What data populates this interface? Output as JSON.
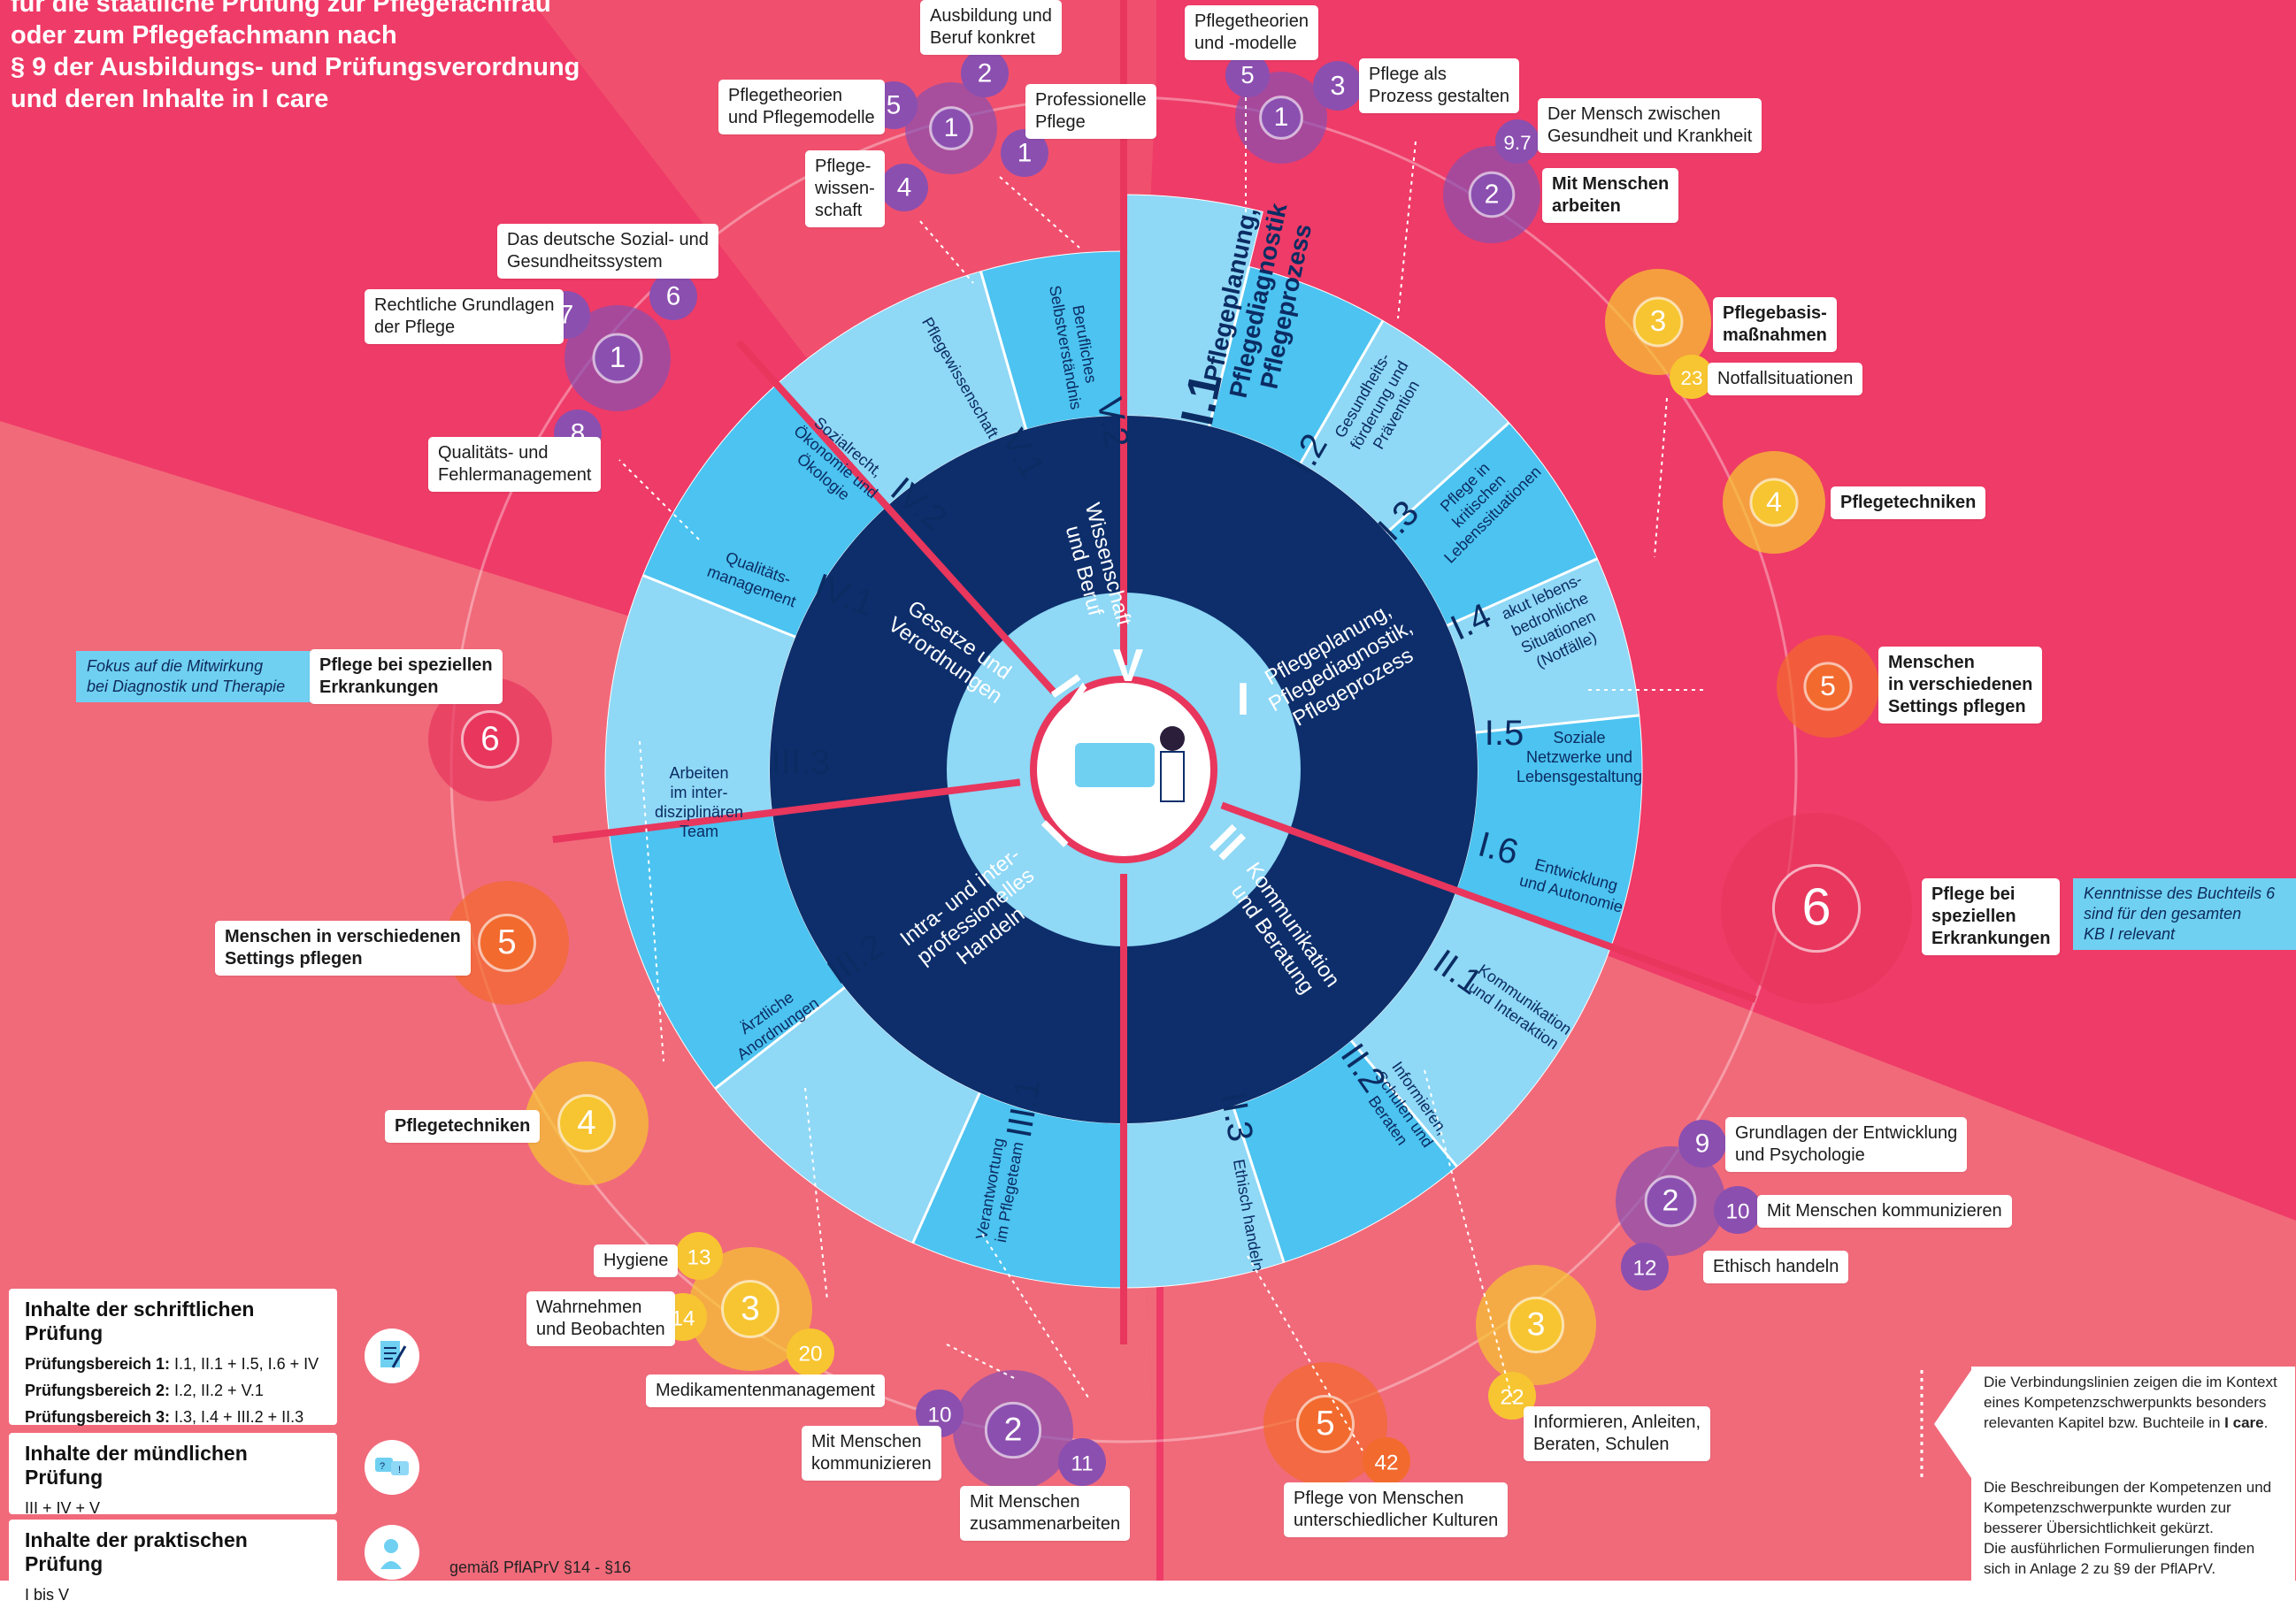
{
  "header": {
    "text": "für die staatliche Prüfung zur Pflegefachfrau\noder zum Pflegefachmann nach\n§ 9 der Ausbildungs- und Prüfungsverordnung\nund deren Inhalte in ",
    "brand": "I care"
  },
  "colors": {
    "bg_pink": "#ef3b67",
    "bg_light": "#f16a7a",
    "ring_outer": "#8fd8f6",
    "ring_mid": "#4cc3f0",
    "ring_inner": "#0d2e6b",
    "center": "#8fd8f6",
    "purple": "#8b4fb0",
    "yellow": "#f7c531",
    "orange": "#f26a2e",
    "red": "#e8365d"
  },
  "sectors": {
    "I": {
      "roman": "I",
      "title": "Pflegeplanung,\nPflegediagnostik,\nPflegeprozess"
    },
    "II": {
      "roman": "II",
      "title": "Kommunikation\nund Beratung"
    },
    "III": {
      "roman": "III",
      "title": "Intra- und inter-\nprofessionelles\nHandeln"
    },
    "IV": {
      "roman": "IV",
      "title": "Gesetze und\nVerordnungen"
    },
    "V": {
      "roman": "V",
      "title": "Wissenschaft\nund Beruf"
    }
  },
  "segments": [
    {
      "code": "I.1",
      "label": "Pflegeplanung,\nPflegediagnostik\nPflegeprozess"
    },
    {
      "code": "I.2",
      "label": "Gesundheits-\nförderung und\nPrävention"
    },
    {
      "code": "I.3",
      "label": "Pflege in\nkritischen\nLebenssituationen"
    },
    {
      "code": "I.4",
      "label": "akut lebens-\nbedrohliche\nSituationen\n(Notfälle)"
    },
    {
      "code": "I.5",
      "label": "Soziale\nNetzwerke und\nLebensgestaltung"
    },
    {
      "code": "I.6",
      "label": "Entwicklung\nund Autonomie"
    },
    {
      "code": "II.1",
      "label": "Kommunikation\nund Interaktion"
    },
    {
      "code": "II.2",
      "label": "Informieren,\nSchulen und\nBeraten"
    },
    {
      "code": "II.3",
      "label": "Ethisch handeln"
    },
    {
      "code": "III.1",
      "label": "Verantwortung\nim Pflegeteam"
    },
    {
      "code": "III.2",
      "label": "Ärztliche\nAnordnungen"
    },
    {
      "code": "III.3",
      "label": "Arbeiten\nim inter-\ndisziplinären\nTeam"
    },
    {
      "code": "IV.1",
      "label": "Qualitäts-\nmanagement"
    },
    {
      "code": "IV.2",
      "label": "Sozialrecht,\nÖkonomie und\nÖkologie"
    },
    {
      "code": "V.1",
      "label": "Pflegewissenschaft"
    },
    {
      "code": "V.2",
      "label": "Berufliches\nSelbstverständnis"
    }
  ],
  "labels": [
    {
      "id": "ausbildung",
      "text": "Ausbildung und\nBeruf konkret"
    },
    {
      "id": "pflegetheorien-l",
      "text": "Pflegetheorien\nund Pflegemodelle"
    },
    {
      "id": "professionelle",
      "text": "Professionelle\nPflege"
    },
    {
      "id": "pflegewissenschaft",
      "text": "Pflege-\nwissen-\nschaft"
    },
    {
      "id": "sozial",
      "text": "Das deutsche Sozial- und\nGesundheitssystem"
    },
    {
      "id": "recht",
      "text": "Rechtliche Grundlagen\nder Pflege"
    },
    {
      "id": "qualitaet",
      "text": "Qualitäts- und\nFehlermanagement"
    },
    {
      "id": "pflegetheorien-r",
      "text": "Pflegetheorien\nund -modelle"
    },
    {
      "id": "prozess",
      "text": "Pflege als\nProzess gestalten"
    },
    {
      "id": "mensch",
      "text": "Der Mensch zwischen\nGesundheit und Krankheit"
    },
    {
      "id": "mit-menschen-arbeiten",
      "text": "Mit Menschen\narbeiten",
      "bold": true
    },
    {
      "id": "basis",
      "text": "Pflegebasis-\nmaßnahmen",
      "bold": true
    },
    {
      "id": "notfall",
      "text": "Notfallsituationen"
    },
    {
      "id": "techniken-r",
      "text": "Pflegetechniken",
      "bold": true
    },
    {
      "id": "settings-r",
      "text": "Menschen\nin verschiedenen\nSettings pflegen",
      "bold": true
    },
    {
      "id": "erkrankungen-r",
      "text": "Pflege bei\nspeziellen\nErkrankungen",
      "bold": true
    },
    {
      "id": "grundlagen",
      "text": "Grundlagen der Entwicklung\nund Psychologie"
    },
    {
      "id": "kommunizieren-r",
      "text": "Mit Menschen kommunizieren"
    },
    {
      "id": "ethisch",
      "text": "Ethisch handeln"
    },
    {
      "id": "informieren",
      "text": "Informieren, Anleiten,\nBeraten, Schulen"
    },
    {
      "id": "kulturen",
      "text": "Pflege von Menschen\nunterschiedlicher Kulturen"
    },
    {
      "id": "erkrankungen-l",
      "text": "Pflege bei speziellen\nErkrankungen",
      "bold": true
    },
    {
      "id": "settings-l",
      "text": "Menschen in verschiedenen\nSettings pflegen",
      "bold": true
    },
    {
      "id": "techniken-l",
      "text": "Pflegetechniken",
      "bold": true
    },
    {
      "id": "hygiene",
      "text": "Hygiene"
    },
    {
      "id": "wahrnehmen",
      "text": "Wahrnehmen\nund Beobachten"
    },
    {
      "id": "medikamente",
      "text": "Medikamentenmanagement"
    },
    {
      "id": "kommunizieren-l",
      "text": "Mit Menschen\nkommunizieren"
    },
    {
      "id": "zusammen",
      "text": "Mit Menschen\nzusammenarbeiten"
    }
  ],
  "notes": {
    "left": "Fokus auf die Mitwirkung\nbei Diagnostik und Therapie",
    "right": "Kenntnisse des Buchteils 6\nsind für den gesamten\nKB I relevant"
  },
  "bubbles": [
    {
      "id": "b-v-1",
      "n": "1",
      "color": "purple"
    },
    {
      "id": "b-v-2",
      "n": "2",
      "color": "purple"
    },
    {
      "id": "b-v-5",
      "n": "5",
      "color": "purple"
    },
    {
      "id": "b-v-1b",
      "n": "1",
      "color": "purple"
    },
    {
      "id": "b-v-4",
      "n": "4",
      "color": "purple"
    },
    {
      "id": "b-iv-1",
      "n": "1",
      "color": "purple"
    },
    {
      "id": "b-iv-6",
      "n": "6",
      "color": "purple"
    },
    {
      "id": "b-iv-7",
      "n": "7",
      "color": "purple"
    },
    {
      "id": "b-iv-8",
      "n": "8",
      "color": "purple"
    },
    {
      "id": "b-i-1",
      "n": "1",
      "color": "purple"
    },
    {
      "id": "b-i-5",
      "n": "5",
      "color": "purple"
    },
    {
      "id": "b-i-3",
      "n": "3",
      "color": "purple"
    },
    {
      "id": "b-i-2",
      "n": "2",
      "color": "purple"
    },
    {
      "id": "b-i-97",
      "n": "9.7",
      "color": "purple"
    },
    {
      "id": "b-i-y3",
      "n": "3",
      "color": "yellow"
    },
    {
      "id": "b-i-23",
      "n": "23",
      "color": "yellow"
    },
    {
      "id": "b-i-y4",
      "n": "4",
      "color": "yellow"
    },
    {
      "id": "b-i-o5",
      "n": "5",
      "color": "orange"
    },
    {
      "id": "b-i-r6",
      "n": "6",
      "color": "red"
    },
    {
      "id": "b-ii-2",
      "n": "2",
      "color": "purple"
    },
    {
      "id": "b-ii-9",
      "n": "9",
      "color": "purple"
    },
    {
      "id": "b-ii-10",
      "n": "10",
      "color": "purple"
    },
    {
      "id": "b-ii-12",
      "n": "12",
      "color": "purple"
    },
    {
      "id": "b-ii-y3",
      "n": "3",
      "color": "yellow"
    },
    {
      "id": "b-ii-22",
      "n": "22",
      "color": "yellow"
    },
    {
      "id": "b-ii-o5",
      "n": "5",
      "color": "orange"
    },
    {
      "id": "b-ii-42",
      "n": "42",
      "color": "orange"
    },
    {
      "id": "b-iii-r6",
      "n": "6",
      "color": "red"
    },
    {
      "id": "b-iii-o5",
      "n": "5",
      "color": "orange"
    },
    {
      "id": "b-iii-y4",
      "n": "4",
      "color": "yellow"
    },
    {
      "id": "b-iii-y3",
      "n": "3",
      "color": "yellow"
    },
    {
      "id": "b-iii-13",
      "n": "13",
      "color": "yellow"
    },
    {
      "id": "b-iii-14",
      "n": "14",
      "color": "yellow"
    },
    {
      "id": "b-iii-20",
      "n": "20",
      "color": "yellow"
    },
    {
      "id": "b-iii-2",
      "n": "2",
      "color": "purple"
    },
    {
      "id": "b-iii-10",
      "n": "10",
      "color": "purple"
    },
    {
      "id": "b-iii-11",
      "n": "11",
      "color": "purple"
    }
  ],
  "exam": {
    "written": {
      "title": "Inhalte der schriftlichen Prüfung",
      "rows": [
        {
          "k": "Prüfungsbereich 1:",
          "v": " I.1, II.1 + I.5, I.6 + IV"
        },
        {
          "k": "Prüfungsbereich 2:",
          "v": " I.2, II.2 + V.1"
        },
        {
          "k": "Prüfungsbereich 3:",
          "v": " I.3, I.4 + III.2 + II.3"
        }
      ]
    },
    "oral": {
      "title": "Inhalte der mündlichen Prüfung",
      "rows": [
        {
          "k": "",
          "v": "III + IV + V"
        }
      ]
    },
    "practical": {
      "title": "Inhalte der praktischen Prüfung",
      "rows": [
        {
          "k": "",
          "v": "I bis V"
        }
      ]
    },
    "footnote": "gemäß PflAPrV §14 - §16"
  },
  "legend": {
    "lines_1": "Die Verbindungslinien zeigen die im Kontext\neines Kompetenzschwerpunkts besonders\nrelevanten Kapitel bzw. Buchteile in ",
    "lines_brand": "I care",
    "lines_2": ".",
    "desc": "Die Beschreibungen der Kompetenzen und\nKompetenzschwerpunkte wurden zur\nbesserer Übersichtlichkeit gekürzt.\nDie ausführlichen Formulierungen finden\nsich in Anlage 2 zu §9 der PflAPrV."
  }
}
